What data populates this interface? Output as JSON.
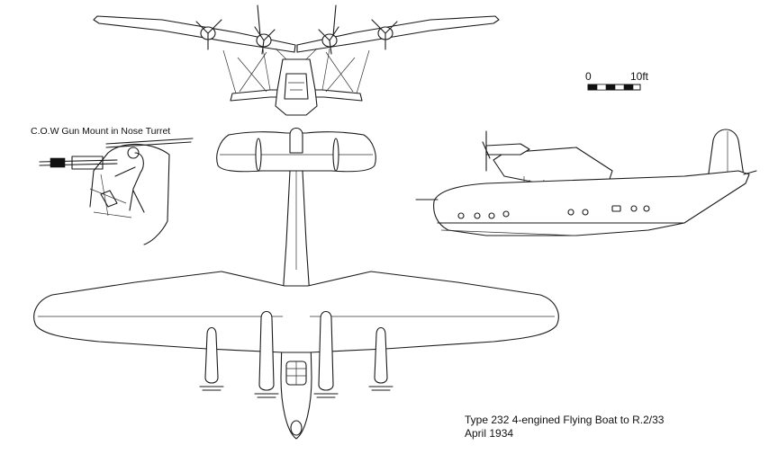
{
  "inset_label": "C.O.W Gun Mount in Nose Turret",
  "scale": {
    "start": "0",
    "end": "10ft"
  },
  "caption": {
    "line1": "Type 232  4-engined Flying Boat to R.2/33",
    "line2": "April 1934"
  },
  "colors": {
    "ink": "#1a1a1a",
    "paper": "#ffffff"
  }
}
